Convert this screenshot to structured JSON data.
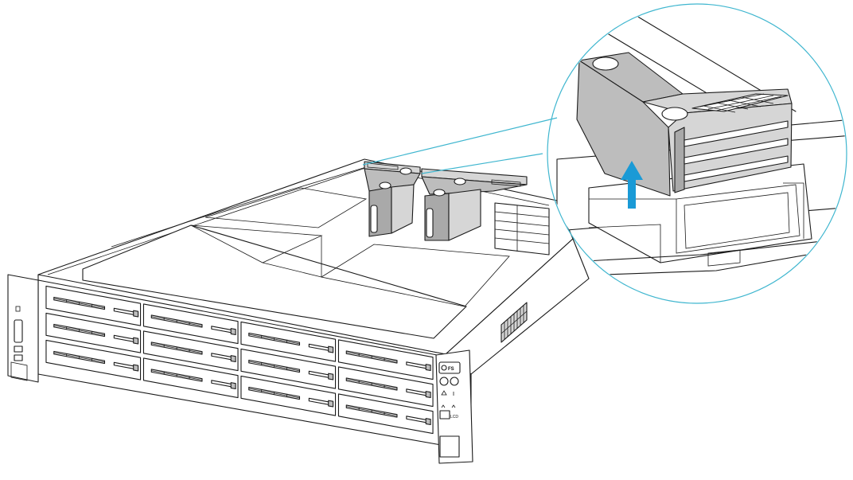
{
  "figure": {
    "brand_label": "FS",
    "lcd_label": "LCD",
    "colors": {
      "line": "#1a1a1a",
      "callout": "#3fb6cf",
      "arrow": "#1a9ad6",
      "riser_fill": "#c4c4c4",
      "riser_dark": "#a9a9a9"
    },
    "parts": [
      "server-chassis-2u",
      "front-drive-bays",
      "riser-card-left",
      "riser-card-right",
      "front-control-panel",
      "zoom-callout-riser-removal"
    ],
    "drive_bay_grid": {
      "columns": 4,
      "rows": 3
    },
    "action": "lift-riser-upward"
  }
}
